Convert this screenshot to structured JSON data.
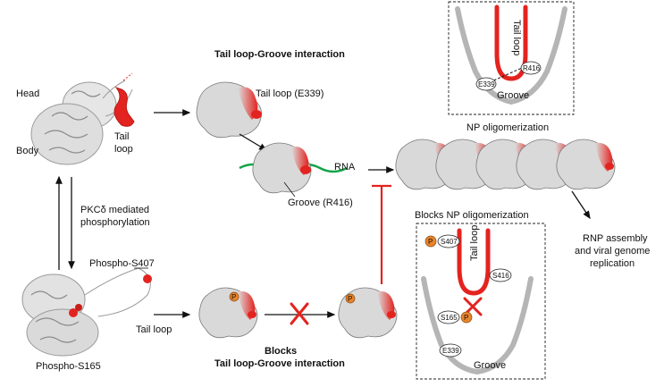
{
  "colors": {
    "tail": "#e3231f",
    "rna": "#16a34a",
    "protein": "#cfcfcf",
    "groove": "#b5b5b5",
    "phospho": "#e8842c",
    "inhibit": "#e3231f"
  },
  "labels": {
    "head": "Head",
    "body": "Body",
    "tail_loop_top": "Tail",
    "tail_loop_top2": "loop",
    "pkc_line1": "PKCδ mediated",
    "pkc_line2": "phosphorylation",
    "phospho_s407": "Phospho-S407",
    "tail_loop_bottom": "Tail loop",
    "phospho_s165": "Phospho-S165",
    "tlg_interaction": "Tail loop-Groove interaction",
    "tail_loop_e339": "Tail loop (E339)",
    "rna": "RNA",
    "groove_r416": "Groove (R416)",
    "blocks_line1": "Blocks",
    "blocks_line2": "Tail loop-Groove interaction",
    "np_oligo": "NP oligomerization",
    "blocks_np_oligo": "Blocks NP oligomerization",
    "rnp_line1": "RNP assembly",
    "rnp_line2": "and viral genome",
    "rnp_line3": "replication",
    "inset_top_tail": "Tail loop",
    "inset_top_r416": "R416",
    "inset_top_e339": "E339",
    "inset_top_groove": "Groove",
    "inset_bot_s407": "S407",
    "inset_bot_tail": "Tail loop",
    "inset_bot_s416": "S416",
    "inset_bot_s165": "S165",
    "inset_bot_e339": "E339",
    "inset_bot_groove": "Groove",
    "p": "P"
  }
}
